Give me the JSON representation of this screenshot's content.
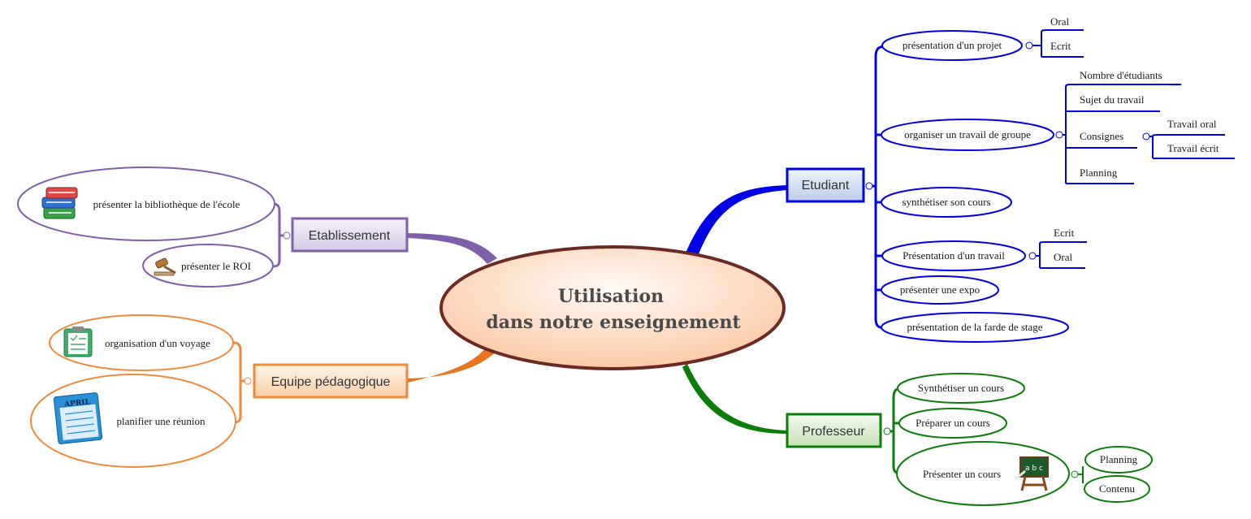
{
  "central": {
    "line1": "Utilisation",
    "line2": "dans notre enseignement"
  },
  "colors": {
    "etudiant": "#0000e6",
    "professeur": "#0a7d0a",
    "etablissement": "#7f5fa8",
    "equipe": "#ef8a3a",
    "center_border": "#6b2a22",
    "center_fill": "#fbd6bd"
  },
  "etudiant": {
    "label": "Etudiant",
    "items": [
      {
        "label": "présentation d'un projet",
        "children": [
          "Oral",
          "Ecrit"
        ]
      },
      {
        "label": "organiser un travail de groupe",
        "children": [
          "Nombre d'étudiants",
          "Sujet du travail",
          "Consignes",
          "Planning"
        ],
        "consignes_children": [
          "Travail oral",
          "Travail écrit"
        ]
      },
      {
        "label": "synthétiser son cours"
      },
      {
        "label": "Présentation d'un travail",
        "children": [
          "Ecrit",
          "Oral"
        ]
      },
      {
        "label": "présenter une expo"
      },
      {
        "label": "présentation de la farde de stage"
      }
    ]
  },
  "professeur": {
    "label": "Professeur",
    "items": [
      {
        "label": "Synthétiser un cours"
      },
      {
        "label": "Préparer un cours"
      },
      {
        "label": "Présenter un cours",
        "children": [
          "Planning",
          "Contenu"
        ]
      }
    ]
  },
  "etablissement": {
    "label": "Etablissement",
    "items": [
      {
        "label": "présenter la bibliothèque de l'école",
        "icon": "books-icon"
      },
      {
        "label": "présenter le ROI",
        "icon": "gavel-icon"
      }
    ]
  },
  "equipe": {
    "label": "Equipe pédagogique",
    "items": [
      {
        "label": "organisation d'un voyage",
        "icon": "clipboard-icon"
      },
      {
        "label": "planifier une réunion",
        "icon": "calendar-icon",
        "icon_text": "APRIL"
      }
    ]
  },
  "icons": {
    "blackboard_text": "a b c"
  }
}
